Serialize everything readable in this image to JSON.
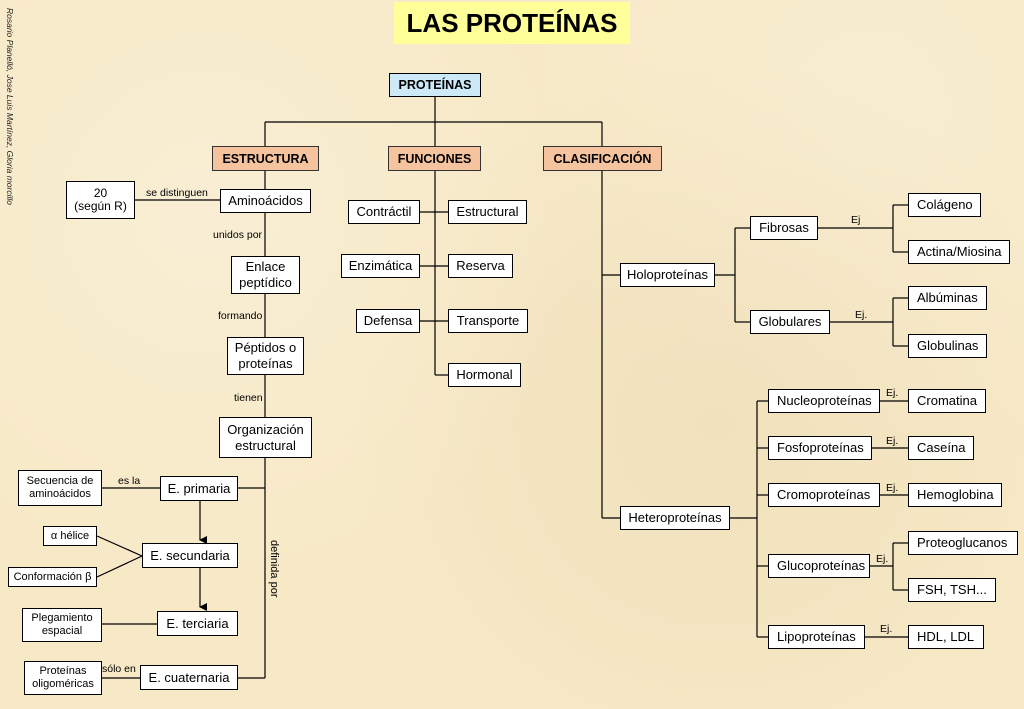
{
  "title": "LAS PROTEÍNAS",
  "credit": "Rosario Planelló, Jose Luis Martínez, Gloria morcillo",
  "root": "PROTEÍNAS",
  "headers": {
    "estructura": "ESTRUCTURA",
    "funciones": "FUNCIONES",
    "clasificacion": "CLASIFICACIÓN"
  },
  "estructura": {
    "count_line1": "20",
    "count_line2": "(según R)",
    "se_distinguen": "se distinguen",
    "aminoacidos": "Aminoácidos",
    "unidos_por": "unidos por",
    "enlace_line1": "Enlace",
    "enlace_line2": "peptídico",
    "formando": "formando",
    "peptidos_line1": "Péptidos o",
    "peptidos_line2": "proteínas",
    "tienen": "tienen",
    "organizacion_line1": "Organización",
    "organizacion_line2": "estructural",
    "definida_por": "definida por",
    "es_la": "es la",
    "solo_en": "sólo en",
    "primaria": "E. primaria",
    "secundaria": "E. secundaria",
    "terciaria": "E. terciaria",
    "cuaternaria": "E. cuaternaria",
    "secuencia_line1": "Secuencia de",
    "secuencia_line2": "aminoácidos",
    "alfa": "α hélice",
    "conformacion": "Conformación β",
    "plegamiento_line1": "Plegamiento",
    "plegamiento_line2": "espacial",
    "oligomericas_line1": "Proteínas",
    "oligomericas_line2": "oligoméricas"
  },
  "funciones": {
    "contractil": "Contráctil",
    "enzimatica": "Enzimática",
    "defensa": "Defensa",
    "estructural": "Estructural",
    "reserva": "Reserva",
    "transporte": "Transporte",
    "hormonal": "Hormonal"
  },
  "clasificacion": {
    "holoproteinas": "Holoproteínas",
    "heteroproteinas": "Heteroproteínas",
    "fibrosas": "Fibrosas",
    "globulares": "Globulares",
    "ej1": "Ej",
    "ej2": "Ej.",
    "colageno": "Colágeno",
    "actina": "Actina/Miosina",
    "albuminas": "Albúminas",
    "globulinas": "Globulinas",
    "nucleo": "Nucleoproteínas",
    "fosfo": "Fosfoproteínas",
    "cromo": "Cromoproteínas",
    "gluco": "Glucoproteínas",
    "lipo": "Lipoproteínas",
    "ej_nucleo": "Ej.",
    "ej_fosfo": "Ej.",
    "ej_cromo": "Ej.",
    "ej_gluco": "Ej.",
    "ej_lipo": "Ej.",
    "cromatina": "Cromatina",
    "caseina": "Caseína",
    "hemoglobina": "Hemoglobina",
    "proteoglucanos": "Proteoglucanos",
    "fsh": "FSH, TSH...",
    "hdl": "HDL, LDL"
  }
}
